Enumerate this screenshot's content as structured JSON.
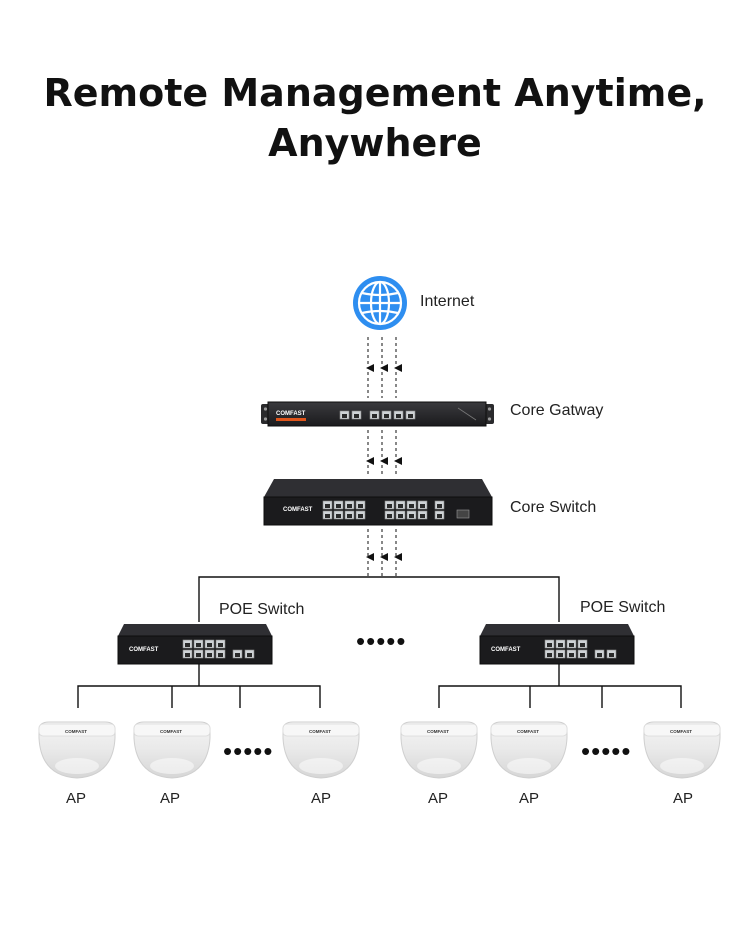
{
  "title": {
    "line1": "Remote Management Anytime,",
    "line2": "Anywhere"
  },
  "nodes": {
    "internet": "Internet",
    "gateway": "Core Gatway",
    "core_switch": "Core Switch",
    "poe_left": "POE Switch",
    "poe_right": "POE Switch"
  },
  "brand": "COMFAST",
  "aps": [
    "AP",
    "AP",
    "AP",
    "AP",
    "AP",
    "AP"
  ],
  "ellipsis": "•••••",
  "colors": {
    "globe": "#2e8ef0",
    "device": "#1b1b1d",
    "accent": "#e0551b",
    "line": "#111111"
  },
  "icons": [
    "globe-icon",
    "arrow-down-icon"
  ]
}
